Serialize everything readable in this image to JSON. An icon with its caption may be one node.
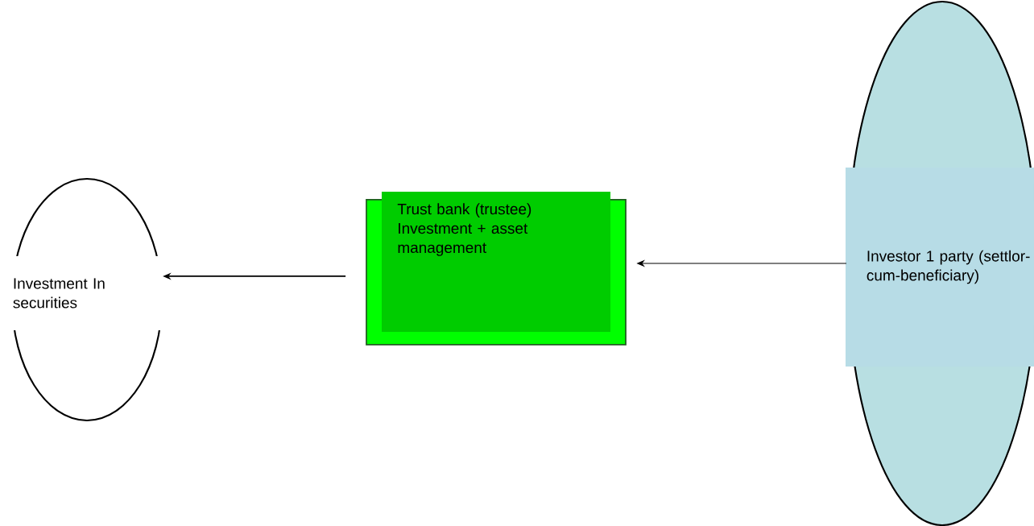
{
  "diagram": {
    "nodes": [
      {
        "text": [
          "Investment In securities"
        ]
      },
      {
        "text": [
          "Trust bank (trustee) Investment + asset management"
        ]
      },
      {
        "text": [
          "Investor 1 party (settlor-cum-beneficiary)"
        ]
      }
    ],
    "edges": [
      {
        "from": 1,
        "to": 0,
        "arrow": "to"
      },
      {
        "from": 2,
        "to": 1,
        "arrow": "to"
      }
    ]
  }
}
